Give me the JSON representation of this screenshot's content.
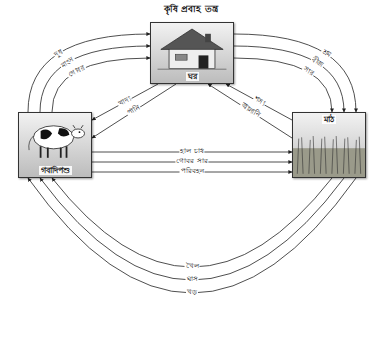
{
  "diagram": {
    "title": "কৃষি প্রবাহ তন্ত্র",
    "nodes": [
      {
        "text": [
          "ঘর"
        ]
      },
      {
        "text": [
          "গবাদিপশু"
        ]
      },
      {
        "text": [
          "মাঠ"
        ]
      }
    ],
    "edges": [
      {
        "from": 1,
        "to": 0,
        "label": "দুধ",
        "arrow": "to"
      },
      {
        "from": 1,
        "to": 0,
        "label": "মাংস",
        "arrow": "to"
      },
      {
        "from": 1,
        "to": 0,
        "label": "গোবর",
        "arrow": "to"
      },
      {
        "from": 0,
        "to": 1,
        "label": "খাদ্য",
        "arrow": "to"
      },
      {
        "from": 0,
        "to": 1,
        "label": "পানি",
        "arrow": "to"
      },
      {
        "from": 0,
        "to": 2,
        "label": "শ্রম",
        "arrow": "to"
      },
      {
        "from": 0,
        "to": 2,
        "label": "বীজ",
        "arrow": "to"
      },
      {
        "from": 0,
        "to": 2,
        "label": "সার",
        "arrow": "to"
      },
      {
        "from": 2,
        "to": 0,
        "label": "শস্য",
        "arrow": "to"
      },
      {
        "from": 2,
        "to": 0,
        "label": "জ্বালানি",
        "arrow": "to"
      },
      {
        "from": 1,
        "to": 2,
        "label": "হাল চাষ",
        "arrow": "to"
      },
      {
        "from": 1,
        "to": 2,
        "label": "গোবর সার",
        "arrow": "to"
      },
      {
        "from": 1,
        "to": 2,
        "label": "পরিবহন",
        "arrow": "to"
      },
      {
        "from": 2,
        "to": 1,
        "label": "খড়",
        "arrow": "to"
      },
      {
        "from": 2,
        "to": 1,
        "label": "ঘাস",
        "arrow": "to"
      },
      {
        "from": 2,
        "to": 1,
        "label": "খৈল",
        "arrow": "to"
      }
    ]
  }
}
